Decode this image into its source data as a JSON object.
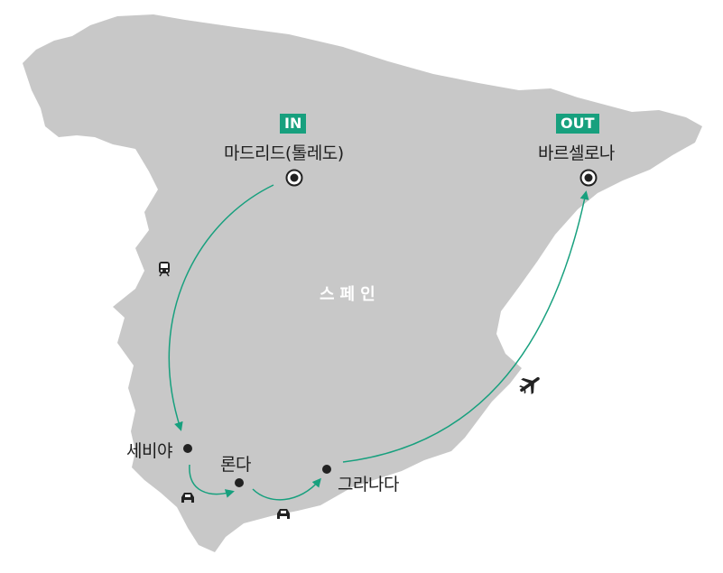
{
  "map": {
    "country_label": "스페인",
    "land_color": "#c8c8c8",
    "route_color": "#17a07e",
    "marker_color": "#222222",
    "cities": [
      {
        "id": "madrid",
        "name": "마드리드(톨레도)",
        "badge": "IN",
        "marker": "start-end"
      },
      {
        "id": "barcelona",
        "name": "바르셀로나",
        "badge": "OUT",
        "marker": "start-end"
      },
      {
        "id": "seville",
        "name": "세비야",
        "marker": "dot"
      },
      {
        "id": "ronda",
        "name": "론다",
        "marker": "dot"
      },
      {
        "id": "granada",
        "name": "그라나다",
        "marker": "dot"
      }
    ],
    "routes": [
      {
        "from": "마드리드(톨레도)",
        "to": "세비야",
        "mode": "train-icon"
      },
      {
        "from": "세비야",
        "to": "론다",
        "mode": "car-icon"
      },
      {
        "from": "론다",
        "to": "그라나다",
        "mode": "car-icon"
      },
      {
        "from": "그라나다",
        "to": "바르셀로나",
        "mode": "airplane-icon"
      }
    ]
  }
}
